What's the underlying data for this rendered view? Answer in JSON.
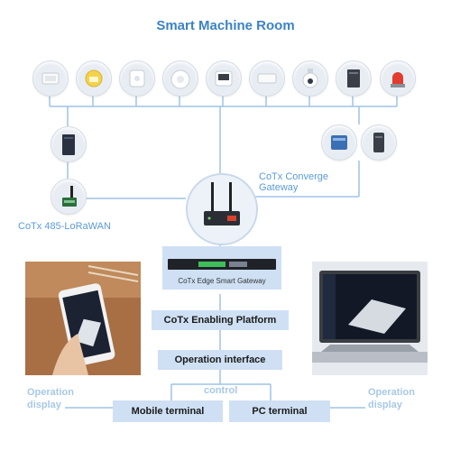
{
  "title": "Smart Machine Room",
  "converge_gateway_label": "CoTx Converge\nGateway",
  "lora_label": "CoTx 485-LoRaWAN",
  "edge_gateway_label": "CoTx Edge Smart Gateway",
  "platform_label": "CoTx Enabling Platform",
  "operation_interface_label": "Operation interface",
  "control_label": "control",
  "left_display_label": "Operation\ndisplay",
  "right_display_label": "Operation\ndisplay",
  "mobile_terminal_label": "Mobile terminal",
  "pc_terminal_label": "PC terminal",
  "sensors": [
    {
      "icon": "door-sensor-icon"
    },
    {
      "icon": "water-sensor-icon"
    },
    {
      "icon": "temperature-humidity-sensor-icon"
    },
    {
      "icon": "smoke-detector-icon"
    },
    {
      "icon": "motion-sensor-icon"
    },
    {
      "icon": "window-sensor-icon"
    },
    {
      "icon": "dome-camera-icon"
    },
    {
      "icon": "ups-icon"
    },
    {
      "icon": "alarm-light-icon"
    }
  ],
  "colors": {
    "title": "#3b82c4",
    "line": "#9fc3e6",
    "box": "#cfe0f4",
    "label": "#5a9bd8",
    "side_label": "#a8c8e8"
  }
}
